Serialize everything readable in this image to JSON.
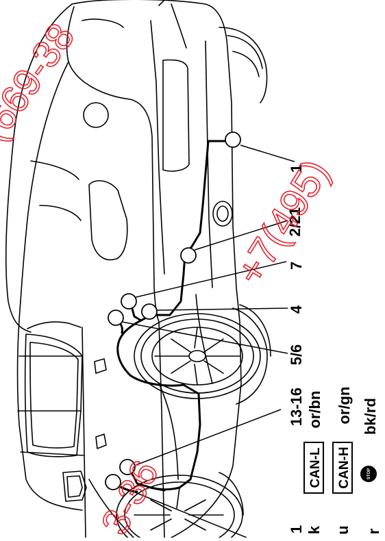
{
  "callouts": {
    "c1": "1",
    "c2_21": "2/21",
    "c7": "7",
    "c4": "4",
    "c5_6": "5/6",
    "c13_16": "13-16",
    "c_bottom": "1"
  },
  "legend": {
    "can_l": {
      "badge": "CAN-L",
      "color": "or/bn"
    },
    "can_h": {
      "badge": "CAN-H",
      "color": "or/gn"
    },
    "stop": {
      "icon_text": "STOP",
      "color": "bk/rd"
    },
    "partial_letters": [
      "k",
      "u",
      "r"
    ]
  },
  "watermarks": {
    "top": "(669-38",
    "middle_right": "+7(495)",
    "bottom": "3-36"
  },
  "colors": {
    "line": "#000000",
    "watermark": "#e8202a",
    "background": "#ffffff"
  }
}
